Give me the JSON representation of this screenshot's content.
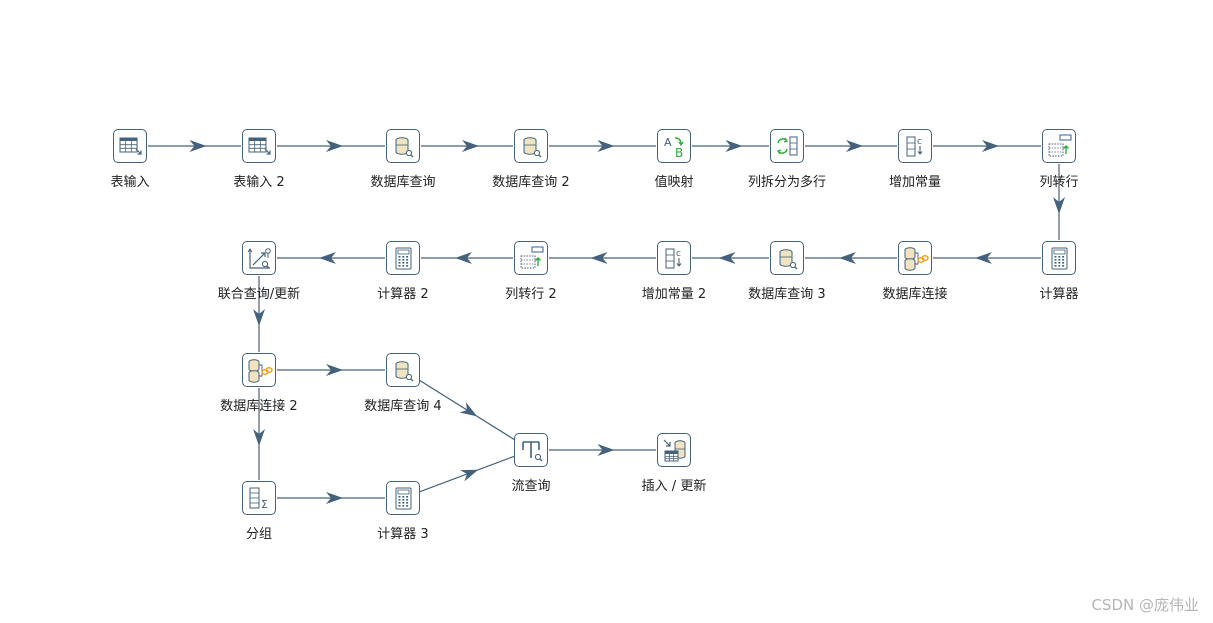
{
  "steps": {
    "s1": {
      "label": "表输入",
      "icon": "table-input-icon"
    },
    "s2": {
      "label": "表输入 2",
      "icon": "table-input-icon"
    },
    "s3": {
      "label": "数据库查询",
      "icon": "database-lookup-icon"
    },
    "s4": {
      "label": "数据库查询 2",
      "icon": "database-lookup-icon"
    },
    "s5": {
      "label": "值映射",
      "icon": "value-mapper-icon"
    },
    "s6": {
      "label": "列拆分为多行",
      "icon": "split-field-to-rows-icon"
    },
    "s7": {
      "label": "增加常量",
      "icon": "add-constants-icon"
    },
    "s8": {
      "label": "列转行",
      "icon": "row-denormaliser-icon"
    },
    "s9": {
      "label": "计算器",
      "icon": "calculator-icon"
    },
    "s10": {
      "label": "数据库连接",
      "icon": "database-join-icon"
    },
    "s11": {
      "label": "数据库查询 3",
      "icon": "database-lookup-icon"
    },
    "s12": {
      "label": "增加常量 2",
      "icon": "add-constants-icon"
    },
    "s13": {
      "label": "列转行 2",
      "icon": "row-denormaliser-icon"
    },
    "s14": {
      "label": "计算器 2",
      "icon": "calculator-icon"
    },
    "s15": {
      "label": "联合查询/更新",
      "icon": "combination-lookup-icon"
    },
    "s16": {
      "label": "数据库连接 2",
      "icon": "database-join-icon"
    },
    "s17": {
      "label": "数据库查询 4",
      "icon": "database-lookup-icon"
    },
    "s18": {
      "label": "流查询",
      "icon": "stream-lookup-icon"
    },
    "s19": {
      "label": "插入 / 更新",
      "icon": "insert-update-icon"
    },
    "s20": {
      "label": "分组",
      "icon": "group-by-icon"
    },
    "s21": {
      "label": "计算器 3",
      "icon": "calculator-icon"
    }
  },
  "colors": {
    "hop": "#45627c",
    "border": "#45627c",
    "accent_green": "#2fae3a",
    "accent_orange": "#f0a21f"
  },
  "watermark": "CSDN @庞伟业"
}
